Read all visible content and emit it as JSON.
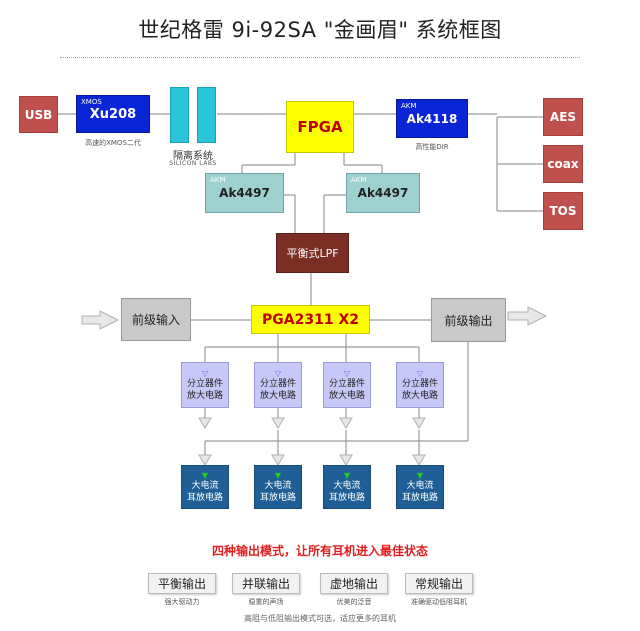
{
  "title": "世纪格雷  9i-92SA \"金画眉\" 系统框图",
  "usb": "USB",
  "xmos": {
    "tag": "XMOS",
    "label": "Xu208",
    "caption": "高速的XMOS二代"
  },
  "isolation": {
    "caption": "隔离系统",
    "subcaption": "SILICON LABS"
  },
  "fpga": "FPGA",
  "ak4118": {
    "tag": "AKM",
    "label": "Ak4118",
    "caption": "高性能DIR"
  },
  "outputs": [
    "AES",
    "coax",
    "TOS"
  ],
  "ak4497_left": {
    "tag": "AKM",
    "label": "Ak4497"
  },
  "ak4497_right": {
    "tag": "AKM",
    "label": "Ak4497"
  },
  "lpf": "平衡式LPF",
  "pre_in": "前级输入",
  "pga": "PGA2311 X2",
  "pre_out": "前级输出",
  "amp_line1": "分立器件",
  "amp_line2": "放大电路",
  "drv_line1": "大电流",
  "drv_line2": "耳放电路",
  "slogan": "四种输出模式，让所有耳机进入最佳状态",
  "modes": [
    {
      "label": "平衡输出",
      "caption": "强大驱动力"
    },
    {
      "label": "并联输出",
      "caption": "稳重的声场"
    },
    {
      "label": "虚地输出",
      "caption": "优美的泛音"
    },
    {
      "label": "常规输出",
      "caption": "准确驱动低阻耳机"
    }
  ],
  "footer": "高阻与低阻输出模式可选，适应更多的耳机",
  "colors": {
    "accent_red": "#c0504d",
    "blue": "#0a25d6",
    "yellow": "#ffff00",
    "teal": "#9ed0d0",
    "brown": "#7b2e24",
    "amp": "#c8c8f8",
    "driver": "#1f5f96"
  }
}
